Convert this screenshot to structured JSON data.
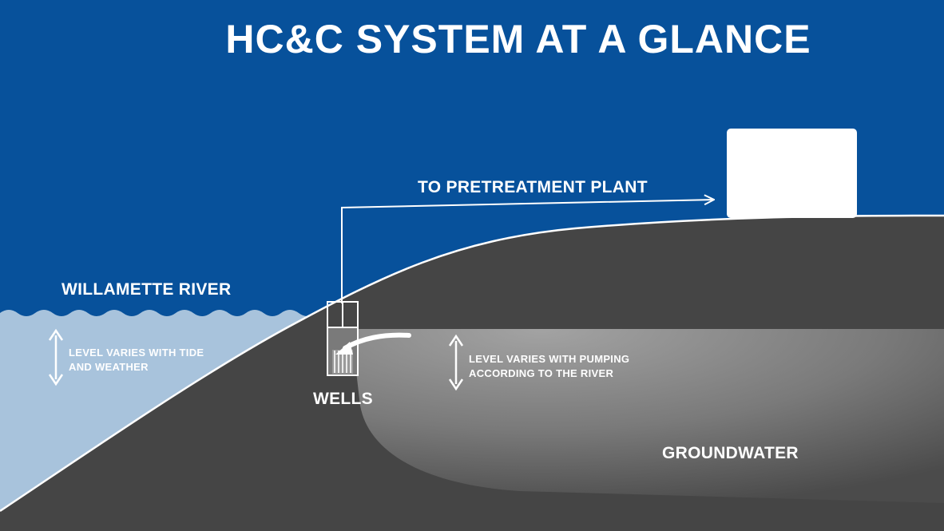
{
  "title": "HC&C SYSTEM AT A GLANCE",
  "labels": {
    "pretreatment": "TO PRETREATMENT PLANT",
    "river": "WILLAMETTE RIVER",
    "wells": "WELLS",
    "groundwater": "GROUNDWATER"
  },
  "notes": {
    "river_level_line1": "LEVEL VARIES WITH TIDE",
    "river_level_line2": "AND WEATHER",
    "groundwater_level_line1": "LEVEL VARIES WITH PUMPING",
    "groundwater_level_line2": "ACCORDING TO THE RIVER"
  },
  "colors": {
    "sky": "#07519b",
    "river": "#a8c3dc",
    "ground": "#454545",
    "groundwater_light": "#9a9a9a",
    "groundwater_dark": "#4a4a4a",
    "white": "#ffffff"
  }
}
